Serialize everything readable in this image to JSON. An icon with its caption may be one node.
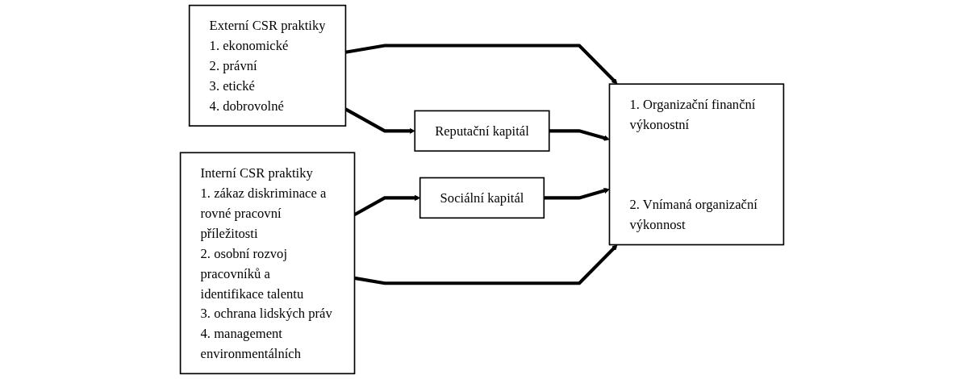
{
  "diagram": {
    "nodes": [
      {
        "text": [
          "Externí CSR praktiky",
          "1. ekonomické",
          "2. právní",
          "3. etické",
          "4. dobrovolné"
        ]
      },
      {
        "text": [
          "Reputační kapitál"
        ]
      },
      {
        "text": [
          "1. Organizační finanční výkonostní",
          "2. Vnímaná organizační výkonnost"
        ]
      },
      {
        "text": [
          "Interní CSR praktiky",
          "1. zákaz diskriminace a rovné pracovní příležitosti",
          "2. osobní rozvoj pracovníků a identifikace talentu",
          "3. ochrana lidských práv",
          "4. management environmentálních"
        ]
      },
      {
        "text": [
          "Sociální kapitál"
        ]
      }
    ],
    "edges": [
      {
        "from": 0,
        "to": 2,
        "arrow": "to"
      },
      {
        "from": 0,
        "to": 1,
        "arrow": "to"
      },
      {
        "from": 1,
        "to": 2,
        "arrow": "to"
      },
      {
        "from": 3,
        "to": 4,
        "arrow": "to"
      },
      {
        "from": 4,
        "to": 2,
        "arrow": "to"
      },
      {
        "from": 3,
        "to": 2,
        "arrow": "to"
      }
    ]
  }
}
